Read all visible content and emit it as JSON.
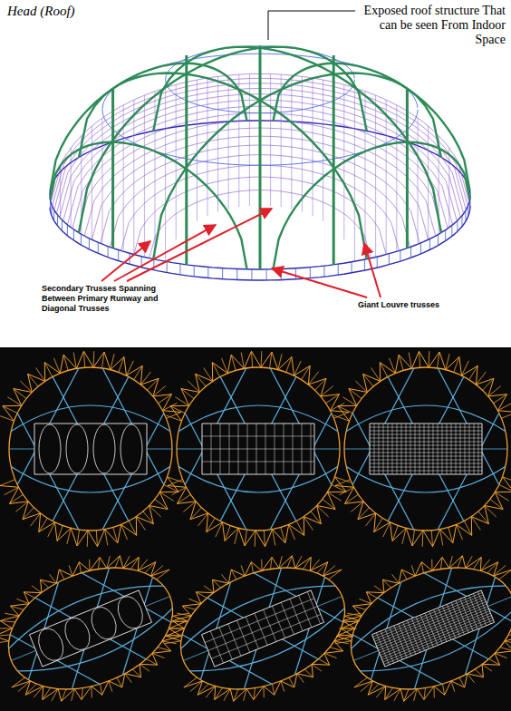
{
  "diagram": {
    "title": "Head (Roof)",
    "labels": [
      "Exposed roof structure That can be seen From Indoor Space",
      "Secondary Trusses Spanning Between Primary Runway and Diagonal Trusses",
      "Giant Louvre trusses"
    ]
  }
}
